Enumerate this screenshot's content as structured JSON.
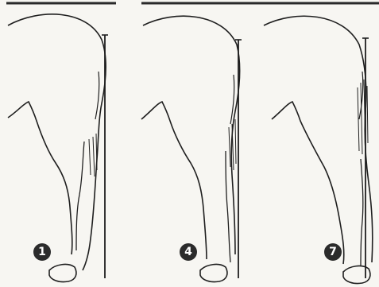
{
  "figures": [
    {
      "number": "1"
    },
    {
      "number": "4"
    },
    {
      "number": "7"
    }
  ],
  "colors": {
    "background": "#f7f6f2",
    "ink": "#1f1f1f",
    "top_bar": "#2a2a2a",
    "badge": "#2b2b2b",
    "badge_text": "#ffffff"
  }
}
